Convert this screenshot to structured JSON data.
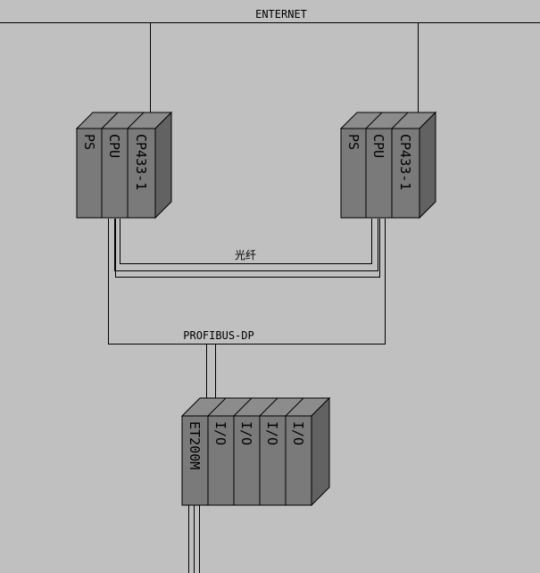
{
  "network": {
    "ethernet_label": "ENTERNET",
    "fiber_label": "光纤",
    "profibus_label": "PROFIBUS-DP"
  },
  "plc_left": {
    "modules": [
      "PS",
      "CPU",
      "CP433-1"
    ]
  },
  "plc_right": {
    "modules": [
      "PS",
      "CPU",
      "CP433-1"
    ]
  },
  "et200m": {
    "modules": [
      "ET200M",
      "I/O",
      "I/O",
      "I/O",
      "I/O"
    ]
  },
  "colors": {
    "background": "#c0c0c0",
    "module_front": "#7a7a7a",
    "module_top": "#8c8c8c",
    "module_side": "#626262",
    "line": "#000000"
  }
}
